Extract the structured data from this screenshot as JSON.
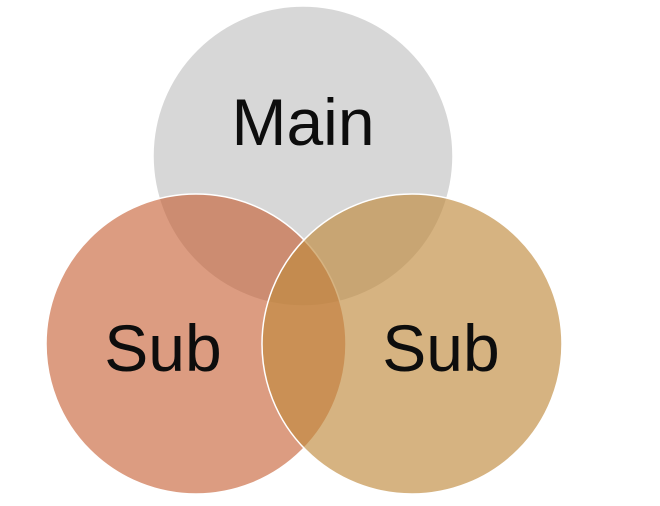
{
  "diagram": {
    "type": "venn",
    "sets": [
      {
        "id": "main",
        "label": "Main",
        "color": "#a6a6a6",
        "opacity": 0.45
      },
      {
        "id": "sub-left",
        "label": "Sub",
        "color": "#c55a2d",
        "opacity": 0.6
      },
      {
        "id": "sub-right",
        "label": "Sub",
        "color": "#c08a3e",
        "opacity": 0.65
      }
    ]
  }
}
